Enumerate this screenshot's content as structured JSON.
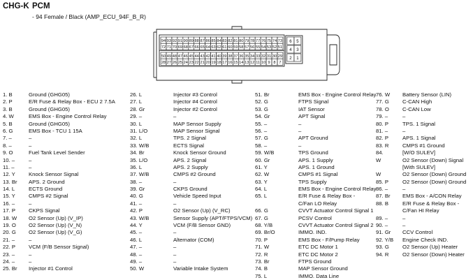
{
  "header": {
    "code": "CHG-K",
    "name": "PCM",
    "subtitle": "- 94 Female / Black (AMP_ECU_94F_B_R)"
  },
  "connector": {
    "rows": [
      [
        "94",
        "93",
        "92",
        "91",
        "90",
        "89",
        "88",
        "87",
        "86",
        "85",
        "84",
        "83",
        "82",
        "81",
        "80",
        "79",
        "78",
        "77",
        "76",
        "75",
        "74",
        "73"
      ],
      [
        "72",
        "71",
        "70",
        "69",
        "68",
        "67",
        "66",
        "65",
        "64",
        "63",
        "62",
        "61",
        "60",
        "59",
        "58",
        "57",
        "56",
        "55",
        "54",
        "53",
        "52",
        "51"
      ],
      [
        "50",
        "49",
        "48",
        "47",
        "46",
        "45",
        "44",
        "43",
        "42",
        "41",
        "40",
        "39",
        "38",
        "37",
        "36",
        "35",
        "34",
        "33",
        "32",
        "31",
        "30",
        "29"
      ],
      [
        "28",
        "27",
        "26",
        "25",
        "24",
        "23",
        "22",
        "21",
        "20",
        "19",
        "18",
        "17",
        "16",
        "15",
        "14",
        "13",
        "12",
        "11",
        "10",
        "9",
        "8",
        "7"
      ]
    ],
    "side": [
      [
        "6",
        "5"
      ],
      [
        "4",
        "3"
      ],
      [
        "2",
        "1"
      ]
    ]
  },
  "columns": [
    [
      {
        "pin": "1. B",
        "desc": "Ground (GHG05)"
      },
      {
        "pin": "2. P",
        "desc": "E/R Fuse & Relay Box - ECU 2 7.5A"
      },
      {
        "pin": "3. B",
        "desc": "Ground (GHG05)"
      },
      {
        "pin": "4. W",
        "desc": "EMS Box - Engine Control Relay"
      },
      {
        "pin": "5. B",
        "desc": "Ground (GHG05)"
      },
      {
        "pin": "6. G",
        "desc": "EMS Box - TCU 1 15A"
      },
      {
        "pin": "7. –",
        "desc": "–"
      },
      {
        "pin": "8. –",
        "desc": "–"
      },
      {
        "pin": "9. O",
        "desc": "Fuel Tank Level Sender"
      },
      {
        "pin": "10. –",
        "desc": "–"
      },
      {
        "pin": "11. –",
        "desc": "–"
      },
      {
        "pin": "12. Y",
        "desc": "Knock Sensor Signal"
      },
      {
        "pin": "13. Br",
        "desc": "APS. 2 Ground"
      },
      {
        "pin": "14. L",
        "desc": "ECTS Ground"
      },
      {
        "pin": "15. Y",
        "desc": "CMPS #2 Signal"
      },
      {
        "pin": "16. –",
        "desc": "–"
      },
      {
        "pin": "17. P",
        "desc": "CKPS Signal"
      },
      {
        "pin": "18. W",
        "desc": "O2 Sensor (Up) (V_IP)"
      },
      {
        "pin": "19. O",
        "desc": "O2 Sensor (Up) (V_N)"
      },
      {
        "pin": "20. G",
        "desc": "O2 Sensor (Up) (V_G)"
      },
      {
        "pin": "21. –",
        "desc": "–"
      },
      {
        "pin": "22. P",
        "desc": "VCM (F/B Sensor Signal)"
      },
      {
        "pin": "23. –",
        "desc": "–"
      },
      {
        "pin": "24. –",
        "desc": "–"
      },
      {
        "pin": "25. Br",
        "desc": "Injector #1 Control"
      }
    ],
    [
      {
        "pin": "26. L",
        "desc": "Injector #3 Control"
      },
      {
        "pin": "27. L",
        "desc": "Injector #4 Control"
      },
      {
        "pin": "28. Gr",
        "desc": "Injector #2 Control"
      },
      {
        "pin": "29. –",
        "desc": "–"
      },
      {
        "pin": "30. L",
        "desc": "MAP Sensor Supply"
      },
      {
        "pin": "31. L/O",
        "desc": "MAP Sensor Signal"
      },
      {
        "pin": "32. L",
        "desc": "TPS. 2 Signal"
      },
      {
        "pin": "33. W/B",
        "desc": "ECTS Signal"
      },
      {
        "pin": "34. Br",
        "desc": "Knock Sensor Ground"
      },
      {
        "pin": "35. L/O",
        "desc": "APS. 2 Signal"
      },
      {
        "pin": "36. L",
        "desc": "APS. 2 Supply"
      },
      {
        "pin": "37. W/B",
        "desc": "CMPS #2 Ground"
      },
      {
        "pin": "38. –",
        "desc": "–"
      },
      {
        "pin": "39. Gr",
        "desc": "CKPS Ground"
      },
      {
        "pin": "40. G",
        "desc": "Vehicle Speed Input"
      },
      {
        "pin": "41. –",
        "desc": "–"
      },
      {
        "pin": "42. P",
        "desc": "O2 Sensor (Up) (V_RC)"
      },
      {
        "pin": "43. W/B",
        "desc": "Sensor Supply (APT/FTPS/VCM)"
      },
      {
        "pin": "44. Y",
        "desc": "VCM (F/B Sensor GND)"
      },
      {
        "pin": "45. –",
        "desc": "–"
      },
      {
        "pin": "46. L",
        "desc": "Alternator (COM)"
      },
      {
        "pin": "47. –",
        "desc": "–"
      },
      {
        "pin": "48. –",
        "desc": "–"
      },
      {
        "pin": "49. –",
        "desc": "–"
      },
      {
        "pin": "50. W",
        "desc": "Variable Intake System"
      }
    ],
    [
      {
        "pin": "51. Br",
        "desc": "EMS Box - Engine Control Relay"
      },
      {
        "pin": "52. G",
        "desc": "FTPS Signal"
      },
      {
        "pin": "53. G",
        "desc": "IAT Sensor"
      },
      {
        "pin": "54. Gr",
        "desc": "APT Signal"
      },
      {
        "pin": "55. –",
        "desc": "–"
      },
      {
        "pin": "56. –",
        "desc": "–"
      },
      {
        "pin": "57. G",
        "desc": "APT Ground"
      },
      {
        "pin": "58. –",
        "desc": "–"
      },
      {
        "pin": "59. W/B",
        "desc": "TPS Ground"
      },
      {
        "pin": "60. Gr",
        "desc": "APS. 1 Supply"
      },
      {
        "pin": "61. Y",
        "desc": "APS. 1 Ground"
      },
      {
        "pin": "62. W",
        "desc": "CMPS #1 Signal"
      },
      {
        "pin": "63. Y",
        "desc": "TPS Supply"
      },
      {
        "pin": "64. L",
        "desc": "EMS Box - Engine Control Relay"
      },
      {
        "pin": "65. L",
        "desc": "E/R Fuse & Relay Box -"
      },
      {
        "pin": "",
        "desc": "C/Fan LO Relay"
      },
      {
        "pin": "66. G",
        "desc": "CVVT Actuator Control Signal 1"
      },
      {
        "pin": "67. G",
        "desc": "PCSV Control"
      },
      {
        "pin": "68. Y/B",
        "desc": "CVVT Actuator Control Signal 2"
      },
      {
        "pin": "69. Br/O",
        "desc": "IMMO. IND."
      },
      {
        "pin": "70. P",
        "desc": "EMS Box - F/Pump Relay"
      },
      {
        "pin": "71. W",
        "desc": "ETC DC Motor 1"
      },
      {
        "pin": "72. R",
        "desc": "ETC DC Motor 2"
      },
      {
        "pin": "73. Br",
        "desc": "FTPS Ground"
      },
      {
        "pin": "74. B",
        "desc": "MAP Sensor Ground"
      },
      {
        "pin": "75. L",
        "desc": "IMMO. Data Line"
      }
    ],
    [
      {
        "pin": "76. W",
        "desc": "Battery Sensor (LIN)"
      },
      {
        "pin": "77. G",
        "desc": "C-CAN High"
      },
      {
        "pin": "78. O",
        "desc": "C-CAN Low"
      },
      {
        "pin": "79. –",
        "desc": "–"
      },
      {
        "pin": "80. P",
        "desc": "TPS. 1 Signal"
      },
      {
        "pin": "81. –",
        "desc": "–"
      },
      {
        "pin": "82. P",
        "desc": "APS. 1 Signal"
      },
      {
        "pin": "83. R",
        "desc": "CMPS #1 Ground"
      },
      {
        "pin": "84.",
        "desc": "[W/O SULEV]"
      },
      {
        "pin": "   W",
        "desc": "O2 Sensor (Down) Signal"
      },
      {
        "pin": "",
        "desc": "[With SULEV]"
      },
      {
        "pin": "   W",
        "desc": "O2 Sensor (Down) Ground"
      },
      {
        "pin": "85. P",
        "desc": "O2 Sensor (Down) Ground"
      },
      {
        "pin": "86. –",
        "desc": "–"
      },
      {
        "pin": "87. Br",
        "desc": "EMS Box - A/CON Relay"
      },
      {
        "pin": "88. B",
        "desc": "E/R Fuse & Relay Box -"
      },
      {
        "pin": "",
        "desc": "C/Fan HI Relay"
      },
      {
        "pin": "89. –",
        "desc": "–"
      },
      {
        "pin": "90. –",
        "desc": "–"
      },
      {
        "pin": "91. Gr",
        "desc": "CCV Control"
      },
      {
        "pin": "92. Y/B",
        "desc": "Engine Check IND."
      },
      {
        "pin": "93. G",
        "desc": "O2 Sensor (Up) Heater"
      },
      {
        "pin": "94. R",
        "desc": "O2 Sensor (Down) Heater"
      }
    ]
  ]
}
